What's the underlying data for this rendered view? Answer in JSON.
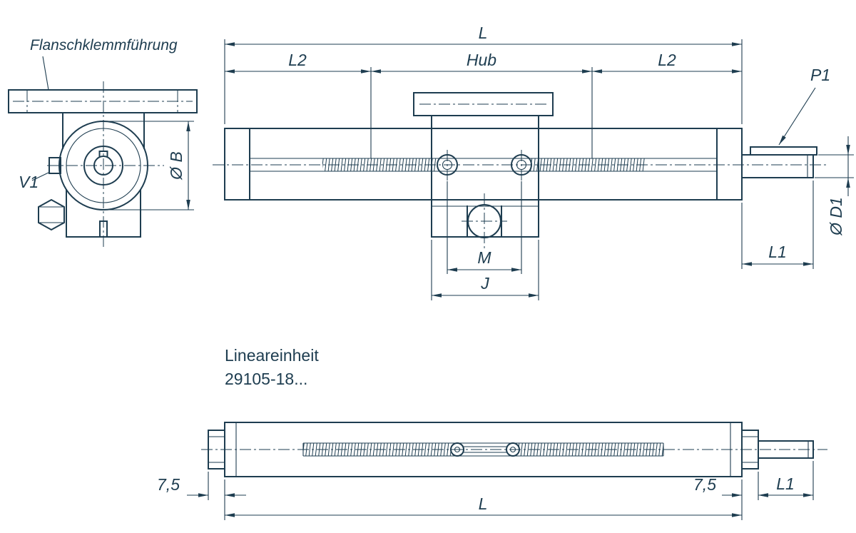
{
  "colors": {
    "line": "#1e3d50",
    "background": "#ffffff"
  },
  "side_view": {
    "title": "Flanschklemmführung",
    "labels": {
      "v1": "V1",
      "diameter_b": "Ø B"
    }
  },
  "main_view": {
    "labels": {
      "length_total": "L",
      "l2_left": "L2",
      "hub": "Hub",
      "l2_right": "L2",
      "p1": "P1",
      "diameter_d1": "Ø D1",
      "l1": "L1",
      "m": "M",
      "j": "J"
    }
  },
  "product": {
    "name": "Lineareinheit",
    "order_number": "29105-18..."
  },
  "bottom_view": {
    "labels": {
      "offset_left": "7,5",
      "offset_right": "7,5",
      "l1": "L1",
      "length_total": "L"
    }
  }
}
